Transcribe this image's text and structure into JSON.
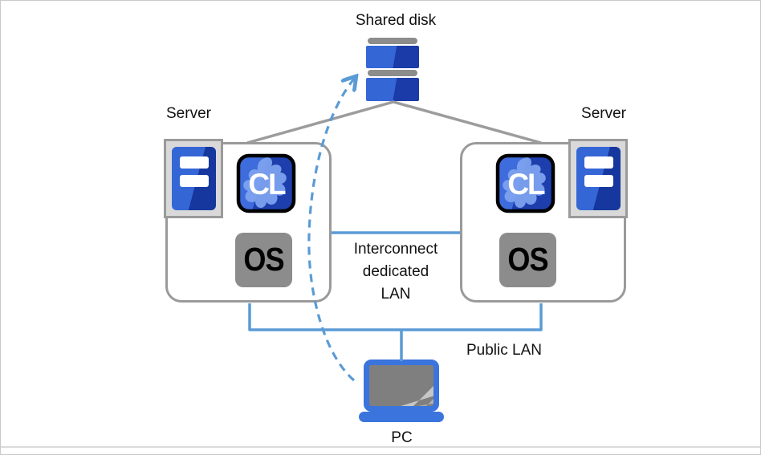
{
  "labels": {
    "shared_disk": "Shared disk",
    "server_left": "Server",
    "server_right": "Server",
    "interconnect_lines": [
      "Interconnect",
      "dedicated",
      "LAN"
    ],
    "public_lan": "Public LAN",
    "pc": "PC"
  },
  "badges": {
    "cluster": "CL",
    "os": "OS"
  },
  "colors": {
    "lan_blue": "#5b9bd5",
    "structure_gray": "#9c9c9c",
    "disk_blue_light": "#3466d6",
    "disk_blue_dark": "#1a3ba8",
    "cl_blue_light": "#3e6cdd",
    "cl_blue_dark": "#1c3fad",
    "cl_blob_blue": "#7fa4f0",
    "os_gray": "#8c8c8c",
    "laptop_blue": "#3b74dc",
    "screen_gray": "#7f7f7f",
    "container_gray": "#d9d9d9"
  }
}
